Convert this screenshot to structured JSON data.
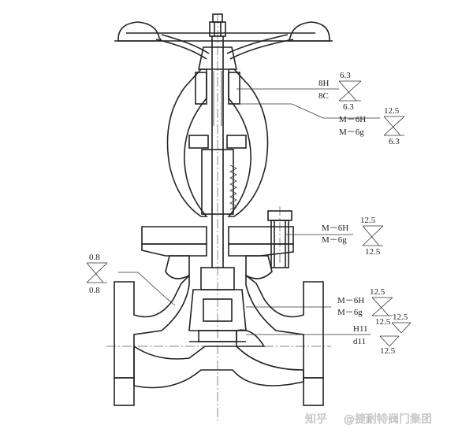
{
  "callouts": [
    {
      "fit_top": "8H",
      "fit_bottom": "8C",
      "ra_top": "6.3",
      "ra_bottom": "6.3"
    },
    {
      "fit_top": "M－6H",
      "fit_bottom": "M－6g",
      "ra_top": "12.5",
      "ra_bottom": "6.3"
    },
    {
      "fit_top": "M－6H",
      "fit_bottom": "M－6g",
      "ra_top": "12.5",
      "ra_bottom": "12.5"
    },
    {
      "ra_top": "0.8",
      "ra_bottom": "0.8"
    },
    {
      "fit_top": "M－6H",
      "fit_bottom": "M－6g",
      "ra_top": "12.5",
      "ra_bottom": "12.5"
    },
    {
      "fit_top": "H11",
      "fit_bottom": "d11",
      "ra_top": "12.5",
      "ra_bottom": "12.5"
    }
  ],
  "watermark": {
    "platform": "知乎",
    "handle": "@捷耐特阀门集团"
  }
}
